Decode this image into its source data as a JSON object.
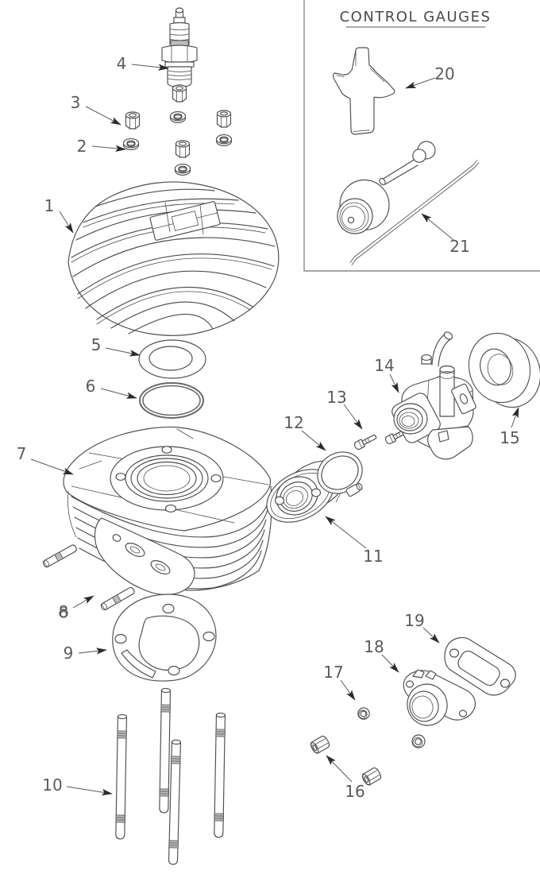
{
  "colors": {
    "background": "#ffffff",
    "line_art": "#4d4d4d",
    "labels": "#5a5a5a",
    "arrowheads": "#2b2b2b",
    "box_border": "#8a8a8a"
  },
  "control_gauges": {
    "title": "CONTROL GAUGES"
  },
  "callouts": [
    {
      "label": "1"
    },
    {
      "label": "2"
    },
    {
      "label": "3"
    },
    {
      "label": "4"
    },
    {
      "label": "5"
    },
    {
      "label": "6"
    },
    {
      "label": "7"
    },
    {
      "label": "8"
    },
    {
      "label": "9"
    },
    {
      "label": "10"
    },
    {
      "label": "11"
    },
    {
      "label": "12"
    },
    {
      "label": "13"
    },
    {
      "label": "14"
    },
    {
      "label": "15"
    },
    {
      "label": "16"
    },
    {
      "label": "17"
    },
    {
      "label": "18"
    },
    {
      "label": "19"
    },
    {
      "label": "20"
    },
    {
      "label": "21"
    }
  ]
}
